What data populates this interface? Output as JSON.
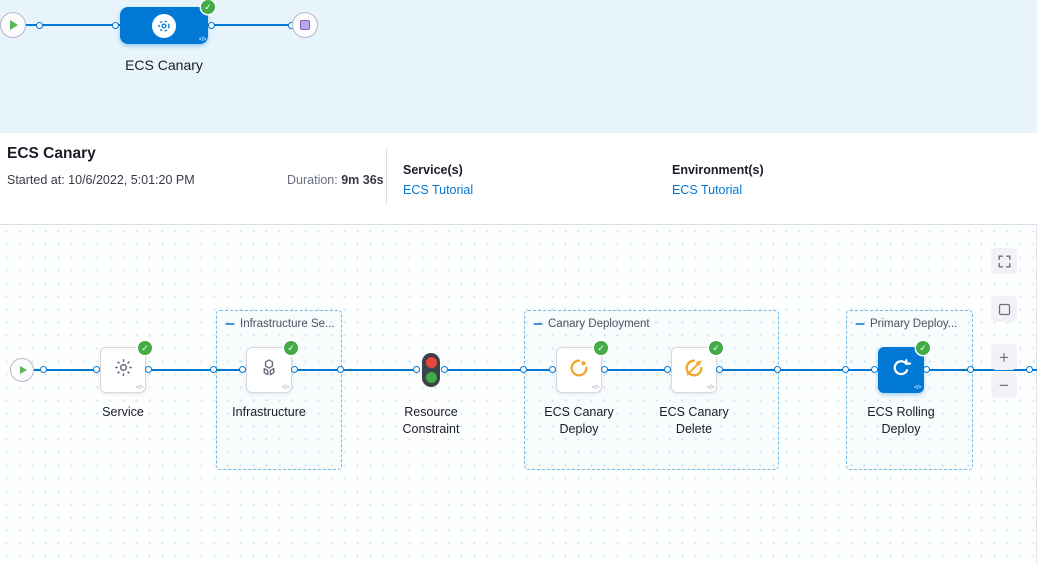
{
  "icons": {
    "check": "✓",
    "template": "</>",
    "zoom_in": "+",
    "zoom_out": "−"
  },
  "minimap": {
    "pipeline_label": "ECS Canary"
  },
  "header": {
    "title": "ECS Canary",
    "started_label": "Started at:",
    "started_value": "10/6/2022, 5:01:20 PM",
    "duration_label": "Duration:",
    "duration_value": "9m 36s",
    "services_label": "Service(s)",
    "services_value": "ECS Tutorial",
    "environments_label": "Environment(s)",
    "environments_value": "ECS Tutorial"
  },
  "graph": {
    "groups": [
      {
        "label": "Infrastructure Se..."
      },
      {
        "label": "Canary Deployment"
      },
      {
        "label": "Primary Deploy..."
      }
    ],
    "nodes": [
      {
        "label": "Service"
      },
      {
        "label": "Infrastructure"
      },
      {
        "label": "Resource Constraint"
      },
      {
        "label": "ECS Canary Deploy"
      },
      {
        "label": "ECS Canary Delete"
      },
      {
        "label": "ECS Rolling Deploy"
      }
    ]
  },
  "colors": {
    "accent_blue": "#0278d5",
    "success_green": "#42ab45",
    "canary_yellow": "#f3a72e",
    "minimap_bg": "#e7f4fb",
    "link": "#0278d5"
  }
}
